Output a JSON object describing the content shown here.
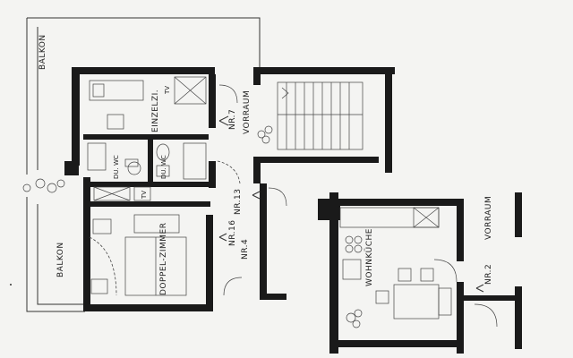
{
  "labels": {
    "balkon_top": "BALKON",
    "balkon_bottom": "BALKON",
    "einzelzi": "EINZELZI.",
    "tv_top": "TV",
    "nr7": "NR.7",
    "vorraum_top": "VORRAUM",
    "du_wc_left": "DU. WC",
    "du_wc_right": "DU. WC",
    "tv_mid": "TV",
    "nr13": "NR.13",
    "nr16": "NR.16",
    "nr4": "NR.4",
    "doppelzimmer": "DOPPEL-ZIMMER",
    "wohnkueche": "WOHNKÜCHE",
    "vorraum_right": "VORRAUM",
    "nr2": "NR.2"
  }
}
